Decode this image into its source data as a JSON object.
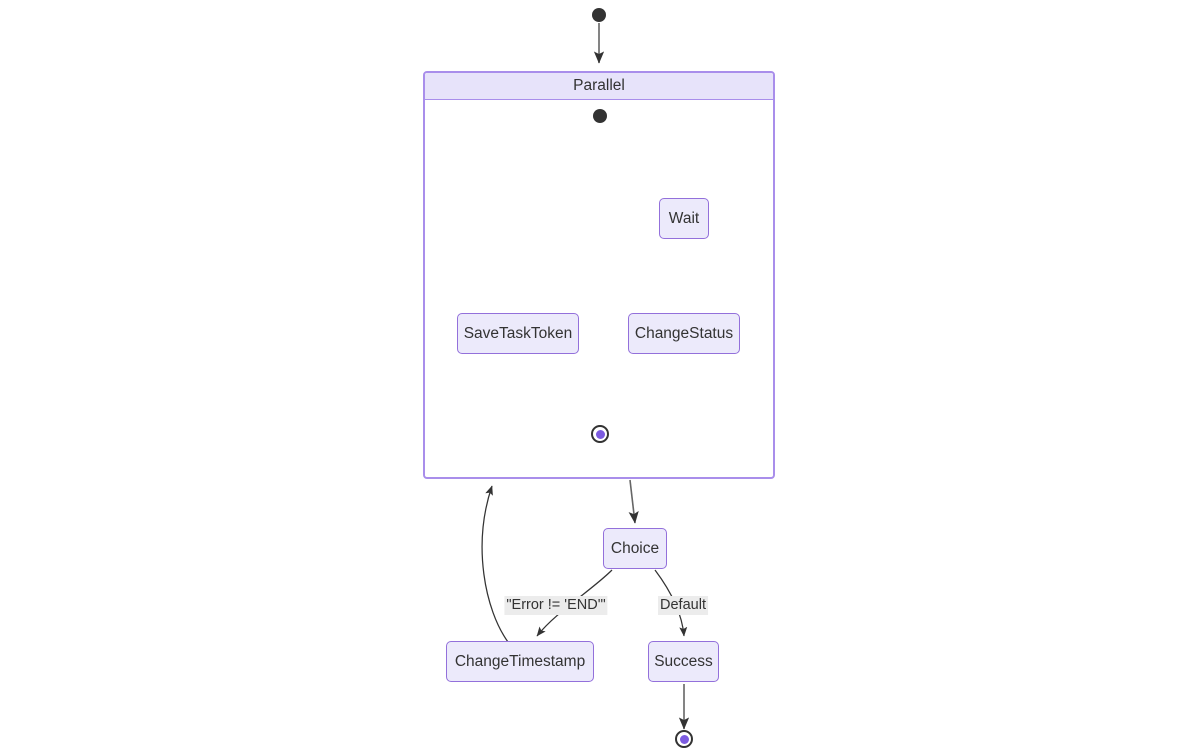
{
  "diagram": {
    "type": "state-diagram",
    "title": "Parallel",
    "background_color": "#ffffff",
    "node_fill": "#ECEAFB",
    "node_border": "#9370DB",
    "composite_header_fill": "#E7E3FA",
    "composite_border": "#A98EEB",
    "edge_color": "#333333",
    "label_background": "#ECECEC",
    "final_state_dot_color": "#7C5BE0"
  },
  "nodes": {
    "start": "start-state",
    "parallel": "Parallel",
    "inner_start": "inner-start-state",
    "wait": "Wait",
    "save_task_token": "SaveTaskToken",
    "change_status": "ChangeStatus",
    "inner_final": "inner-final-state",
    "choice": "Choice",
    "change_timestamp": "ChangeTimestamp",
    "success": "Success",
    "final": "final-state"
  },
  "edge_labels": {
    "error_not_end": "\"Error != 'END'\"",
    "default": "Default"
  },
  "transitions": [
    {
      "from": "start",
      "to": "Parallel",
      "label": ""
    },
    {
      "from": "inner-start",
      "to": "SaveTaskToken",
      "label": ""
    },
    {
      "from": "inner-start",
      "to": "Wait",
      "label": ""
    },
    {
      "from": "Wait",
      "to": "ChangeStatus",
      "label": ""
    },
    {
      "from": "SaveTaskToken",
      "to": "inner-final",
      "label": ""
    },
    {
      "from": "ChangeStatus",
      "to": "inner-final",
      "label": ""
    },
    {
      "from": "Parallel",
      "to": "Choice",
      "label": ""
    },
    {
      "from": "Choice",
      "to": "ChangeTimestamp",
      "label": "\"Error != 'END'\""
    },
    {
      "from": "Choice",
      "to": "Success",
      "label": "Default"
    },
    {
      "from": "ChangeTimestamp",
      "to": "Parallel",
      "label": ""
    },
    {
      "from": "Success",
      "to": "final",
      "label": ""
    }
  ]
}
